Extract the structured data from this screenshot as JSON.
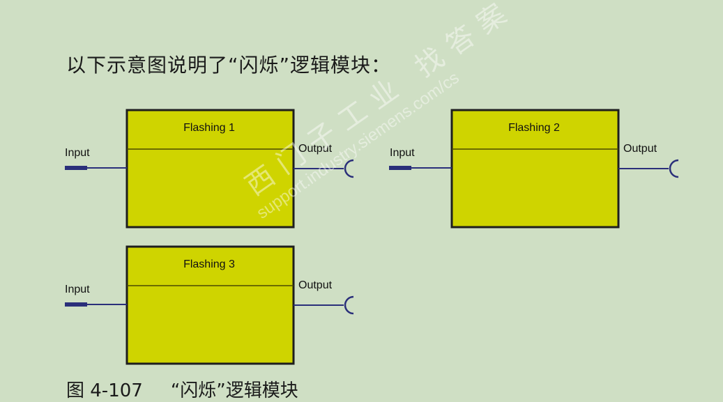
{
  "heading": "以下示意图说明了“闪烁”逻辑模块：",
  "blocks": [
    {
      "title": "Flashing 1",
      "input": "Input",
      "output": "Output"
    },
    {
      "title": "Flashing 2",
      "input": "Input",
      "output": "Output"
    },
    {
      "title": "Flashing 3",
      "input": "Input",
      "output": "Output"
    }
  ],
  "caption": {
    "number": "图 4-107",
    "text": "“闪烁”逻辑模块"
  },
  "watermark": {
    "cn": "西门子工业 找答案",
    "url": "support.industry.siemens.com/cs"
  },
  "colors": {
    "background": "#cfdfc4",
    "block_fill": "#cfd400",
    "wire": "#2a2f7a"
  }
}
